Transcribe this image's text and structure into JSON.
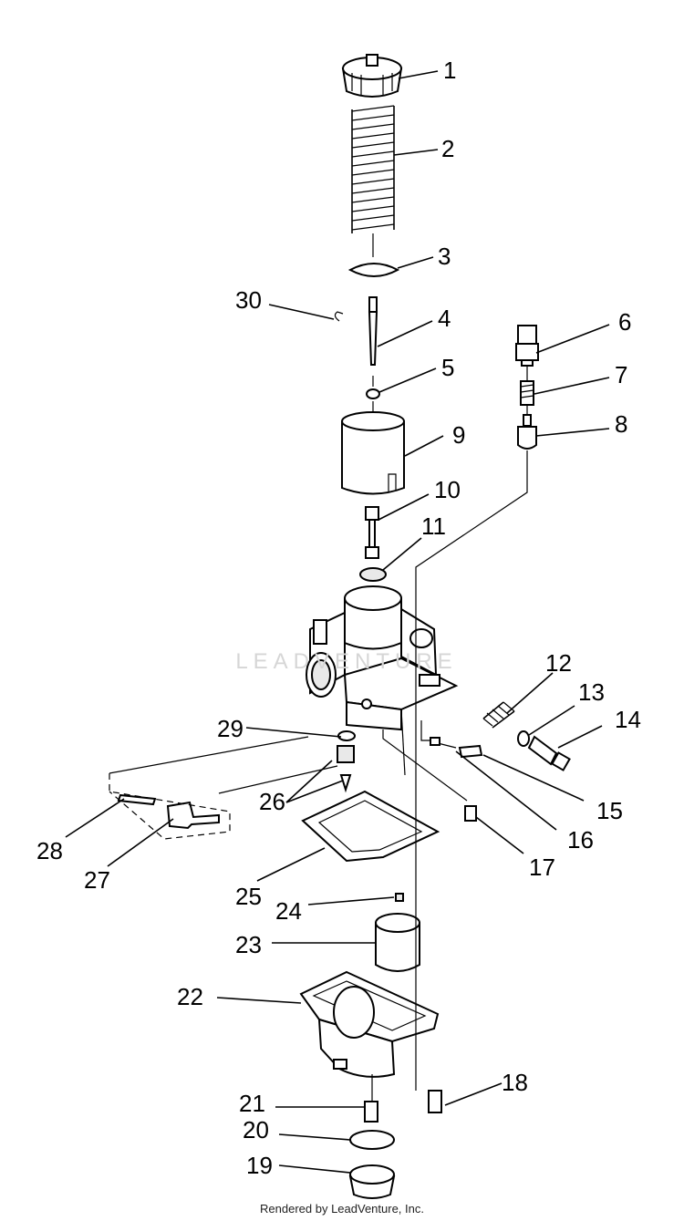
{
  "callouts": [
    "1",
    "2",
    "3",
    "4",
    "5",
    "6",
    "7",
    "8",
    "9",
    "10",
    "11",
    "12",
    "13",
    "14",
    "15",
    "16",
    "17",
    "18",
    "19",
    "20",
    "21",
    "22",
    "23",
    "24",
    "25",
    "26",
    "27",
    "28",
    "29",
    "30"
  ],
  "watermark": "LEADVENTURE",
  "footer": "Rendered by LeadVenture, Inc."
}
